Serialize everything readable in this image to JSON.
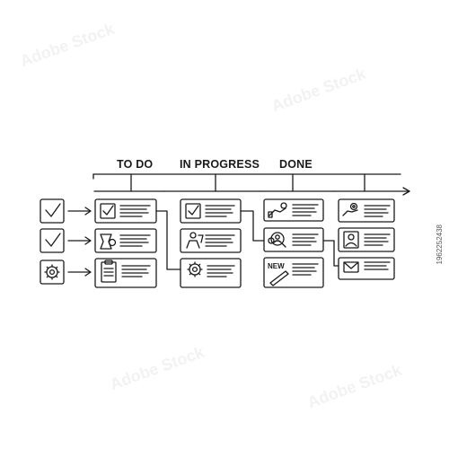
{
  "board": {
    "columns": [
      {
        "label": "TO DO"
      },
      {
        "label": "IN PROGRESS"
      },
      {
        "label": "DONE"
      }
    ],
    "stock_id": "1962252438",
    "watermark": "Adobe Stock",
    "stroke_color": "#1a1a1a"
  }
}
